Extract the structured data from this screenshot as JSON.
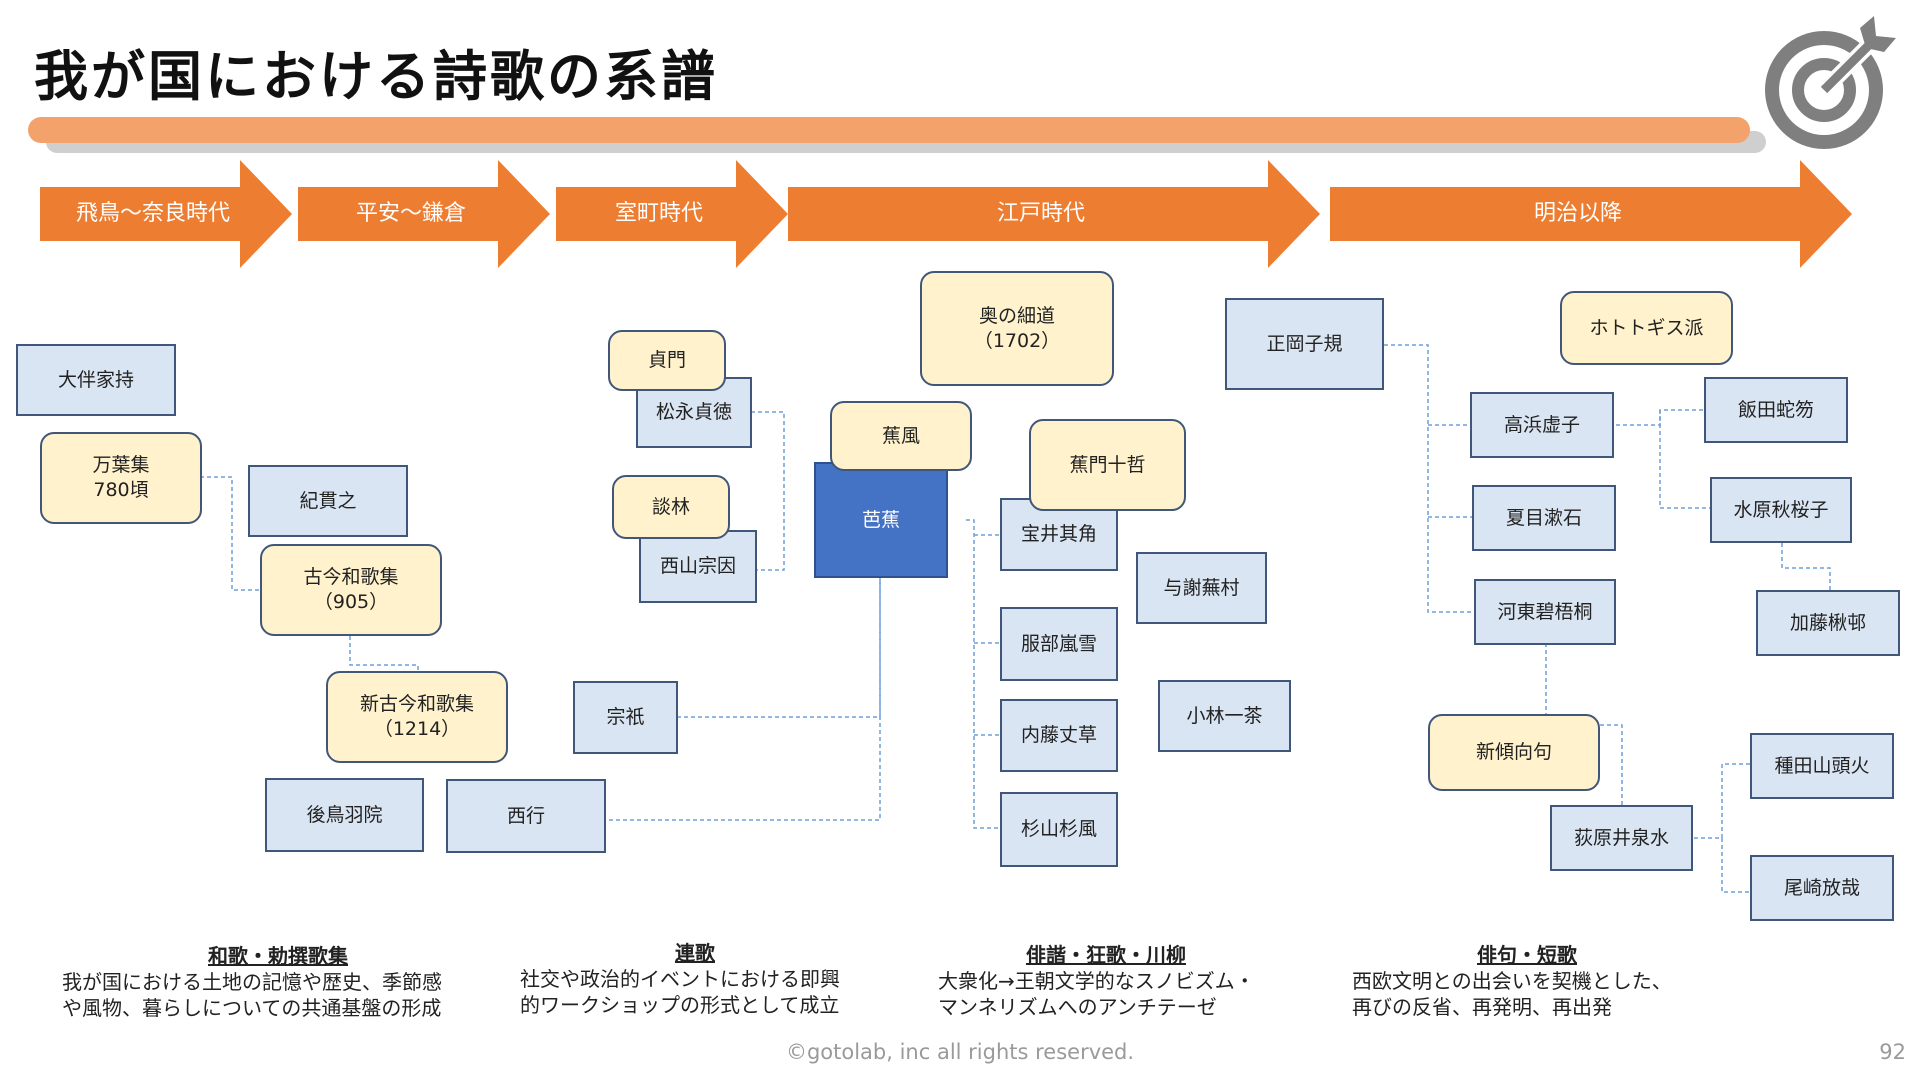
{
  "title": "我が国における詩歌の系譜",
  "eras": [
    "飛鳥～奈良時代",
    "平安～鎌倉",
    "室町時代",
    "江戸時代",
    "明治以降"
  ],
  "nodes": {
    "otomo": "大伴家持",
    "manyoshu": "万葉集\n780頃",
    "kinotsurayuki": "紀貫之",
    "kokin": "古今和歌集\n（905）",
    "shinkokin": "新古今和歌集\n（1214）",
    "gotoba": "後鳥羽院",
    "saigyo": "西行",
    "sogi": "宗祇",
    "teimon": "貞門",
    "matsunaga": "松永貞徳",
    "danrin": "談林",
    "nishiyama": "西山宗因",
    "basho": "芭蕉",
    "shofu": "蕉風",
    "okunohosomichi": "奥の細道\n（1702）",
    "shomon": "蕉門十哲",
    "takarai": "宝井其角",
    "hattori": "服部嵐雪",
    "naito": "内藤丈草",
    "sugiyama": "杉山杉風",
    "yosa": "与謝蕪村",
    "kobayashi": "小林一茶",
    "masaoka": "正岡子規",
    "hototogisu": "ホトトギス派",
    "takahama": "高浜虚子",
    "natsume": "夏目漱石",
    "kawahigashi": "河東碧梧桐",
    "iida": "飯田蛇笏",
    "mizuhara": "水原秋桜子",
    "kato": "加藤楸邨",
    "shinkeiko": "新傾向句",
    "ogiwara": "荻原井泉水",
    "taneda": "種田山頭火",
    "ozaki": "尾崎放哉"
  },
  "captions": [
    {
      "heading": "和歌・勅撰歌集",
      "lines": [
        "我が国における土地の記憶や歴史、季節感",
        "や風物、暮らしについての共通基盤の形成"
      ]
    },
    {
      "heading": "連歌",
      "lines": [
        "社交や政治的イベントにおける即興",
        "的ワークショップの形式として成立"
      ]
    },
    {
      "heading": "俳諧・狂歌・川柳",
      "lines": [
        "大衆化→王朝文学的なスノビズム・",
        "マンネリズムへのアンチテーゼ"
      ]
    },
    {
      "heading": "俳句・短歌",
      "lines": [
        "西欧文明との出会いを契機とした、",
        "再びの反省、再発明、再出発"
      ]
    }
  ],
  "footer": {
    "copyright": "©gotolab, inc  all rights reserved.",
    "page_number": "92"
  },
  "colors": {
    "accent_orange": "#ed7d31",
    "bar_orange": "#f4a26c",
    "box_blue": "#dae5f3",
    "box_yellow": "#fff2cc",
    "basho_blue": "#4472c4",
    "connector": "#6f9fd8"
  },
  "icons": {
    "logo": "target-arrow-icon"
  }
}
